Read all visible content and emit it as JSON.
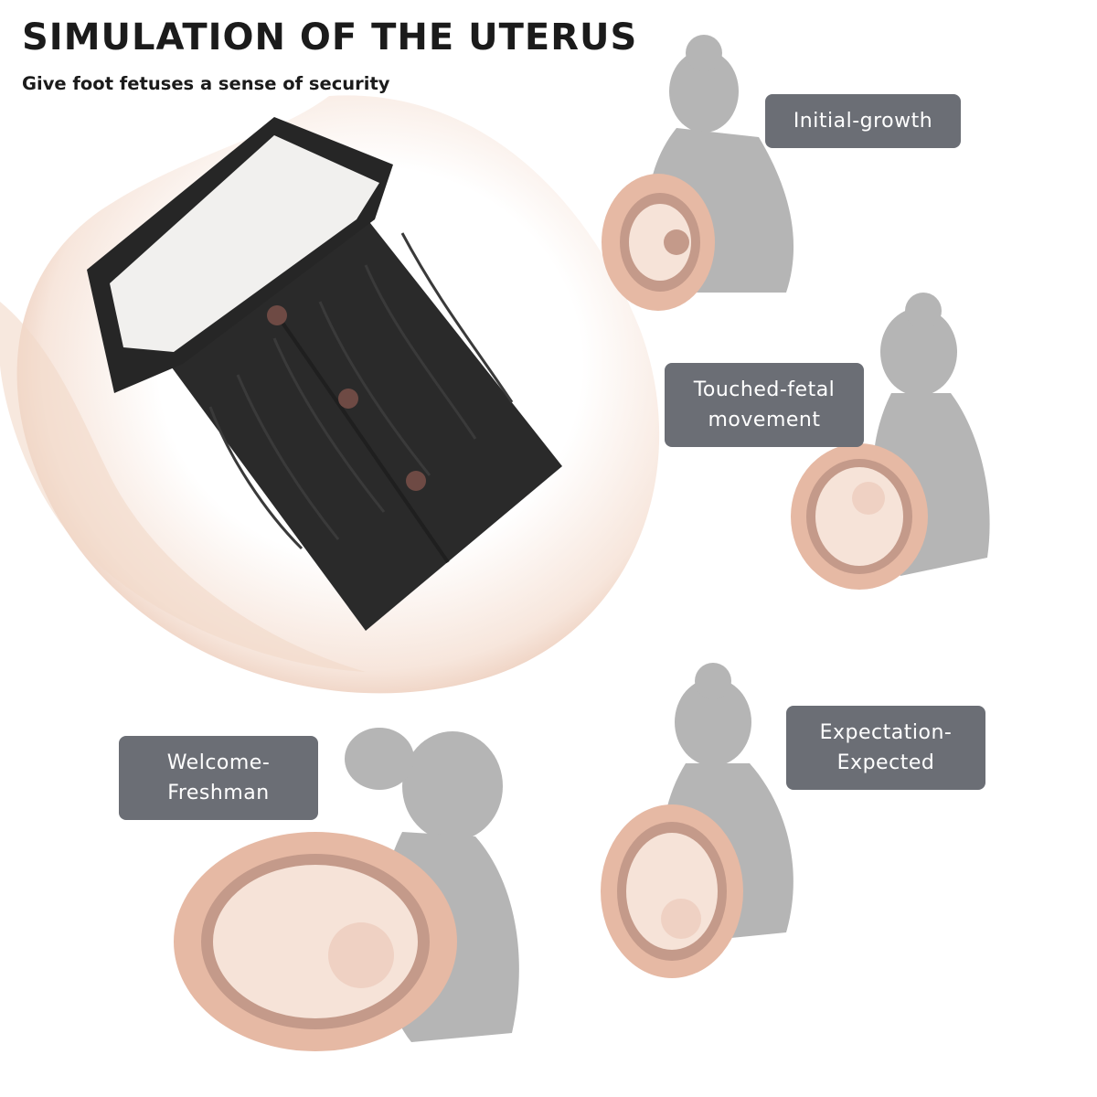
{
  "header": {
    "title": "SIMULATION OF THE UTERUS",
    "subtitle": "Give foot fetuses a sense of security"
  },
  "stages": [
    {
      "id": "initial",
      "label": "Initial-growth"
    },
    {
      "id": "touched",
      "label": "Touched-fetal movement"
    },
    {
      "id": "expectation",
      "label": "Expectation-Expected"
    },
    {
      "id": "welcome",
      "label": "Welcome-Freshman"
    }
  ],
  "colors": {
    "label_bg": "#6b6e75",
    "silhouette": "#b5b5b5",
    "uterus_outer": "#e6b9a4",
    "uterus_ring": "#c49a8a",
    "fetus": "#f6e3d8",
    "product": "#2a2a2a",
    "lining": "#f1f0ee",
    "button": "#6e4a44"
  },
  "icons": [
    "pregnant-silhouette-icon",
    "uterus-fetus-icon",
    "mother-holding-baby-silhouette-icon"
  ]
}
